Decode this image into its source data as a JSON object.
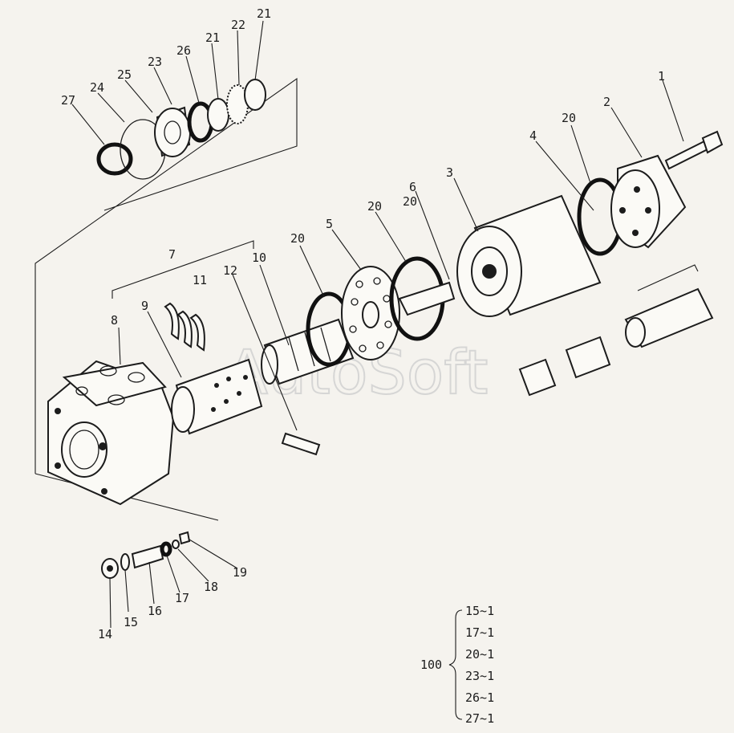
{
  "watermark": "AutoSoft",
  "callouts": [
    "1",
    "2",
    "3",
    "4",
    "5",
    "6",
    "7",
    "8",
    "9",
    "10",
    "11",
    "12",
    "14",
    "15",
    "16",
    "17",
    "18",
    "19",
    "20",
    "20",
    "20",
    "20",
    "21",
    "21",
    "22",
    "23",
    "24",
    "25",
    "26",
    "27"
  ],
  "kit": {
    "number": "100",
    "items": [
      "15~1",
      "17~1",
      "20~1",
      "23~1",
      "26~1",
      "27~1"
    ]
  }
}
